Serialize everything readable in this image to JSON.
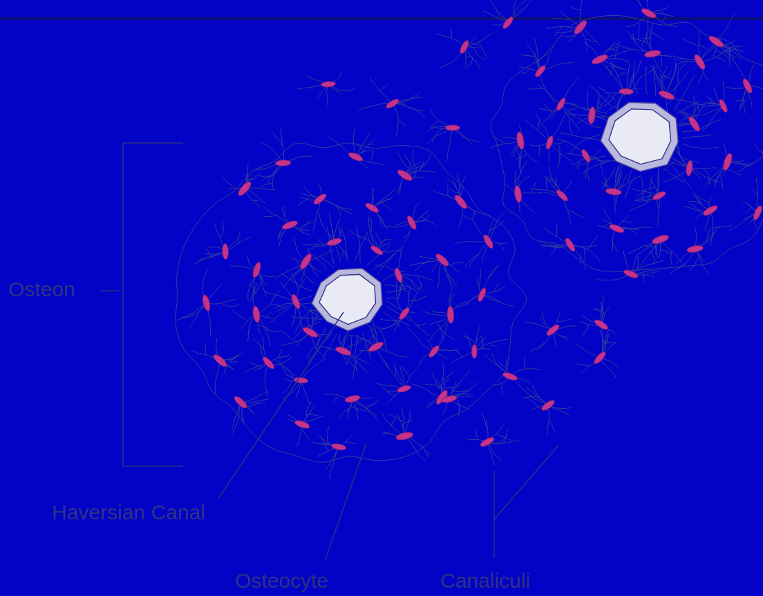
{
  "diagram": {
    "labels": [
      "Osteon",
      "Haversian Canal",
      "Osteocyte",
      "Canaliculi"
    ]
  }
}
